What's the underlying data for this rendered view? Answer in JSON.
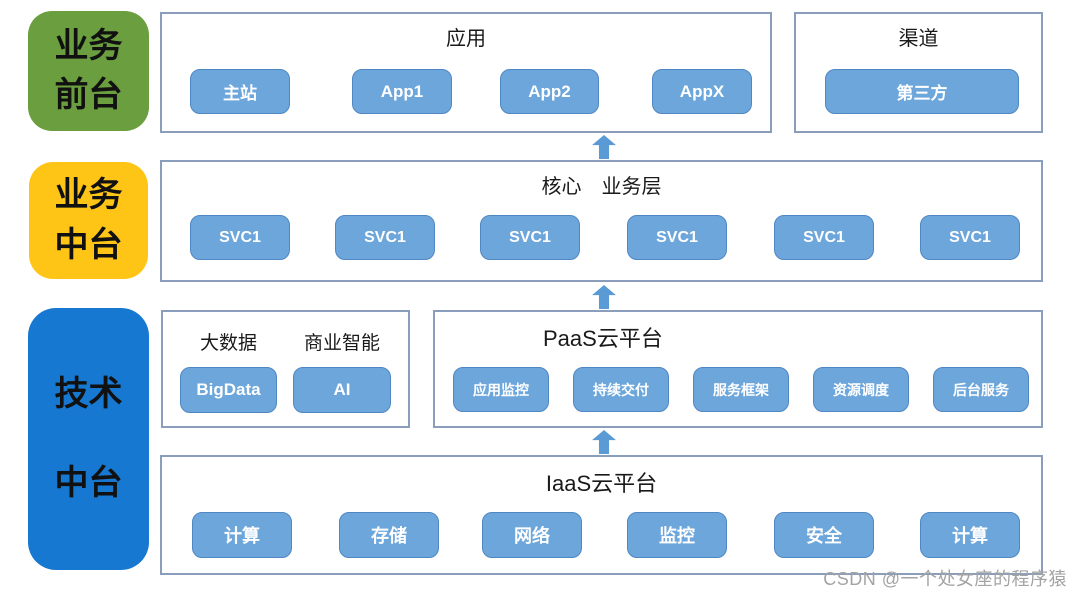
{
  "watermark": "CSDN @一个处女座的程序猿",
  "colors": {
    "frontend_green": "#6a9e3e",
    "midplatform_yellow": "#ffc516",
    "tech_blue": "#1678d0",
    "node_fill": "#6ca6db",
    "node_border": "#4f87c3",
    "panel_border": "#8a9dba",
    "arrow_blue": "#5b9bd5"
  },
  "left_labels": {
    "front": {
      "line1": "业务",
      "line2": "前台"
    },
    "middle": {
      "line1": "业务",
      "line2": "中台"
    },
    "tech": {
      "line1": "技术",
      "line2": "中台"
    }
  },
  "panels": {
    "application": {
      "title": "应用",
      "buttons": [
        "主站",
        "App1",
        "App2",
        "AppX"
      ]
    },
    "channel": {
      "title": "渠道",
      "buttons": [
        "第三方"
      ]
    },
    "core": {
      "title": "核心　业务层",
      "buttons": [
        "SVC1",
        "SVC1",
        "SVC1",
        "SVC1",
        "SVC1",
        "SVC1"
      ]
    },
    "bigdata_bi": {
      "titles": [
        "大数据",
        "商业智能"
      ],
      "buttons": [
        "BigData",
        "AI"
      ]
    },
    "paas": {
      "title": "PaaS云平台",
      "buttons": [
        "应用监控",
        "持续交付",
        "服务框架",
        "资源调度",
        "后台服务"
      ]
    },
    "iaas": {
      "title": "IaaS云平台",
      "buttons": [
        "计算",
        "存储",
        "网络",
        "监控",
        "安全",
        "计算"
      ]
    }
  }
}
